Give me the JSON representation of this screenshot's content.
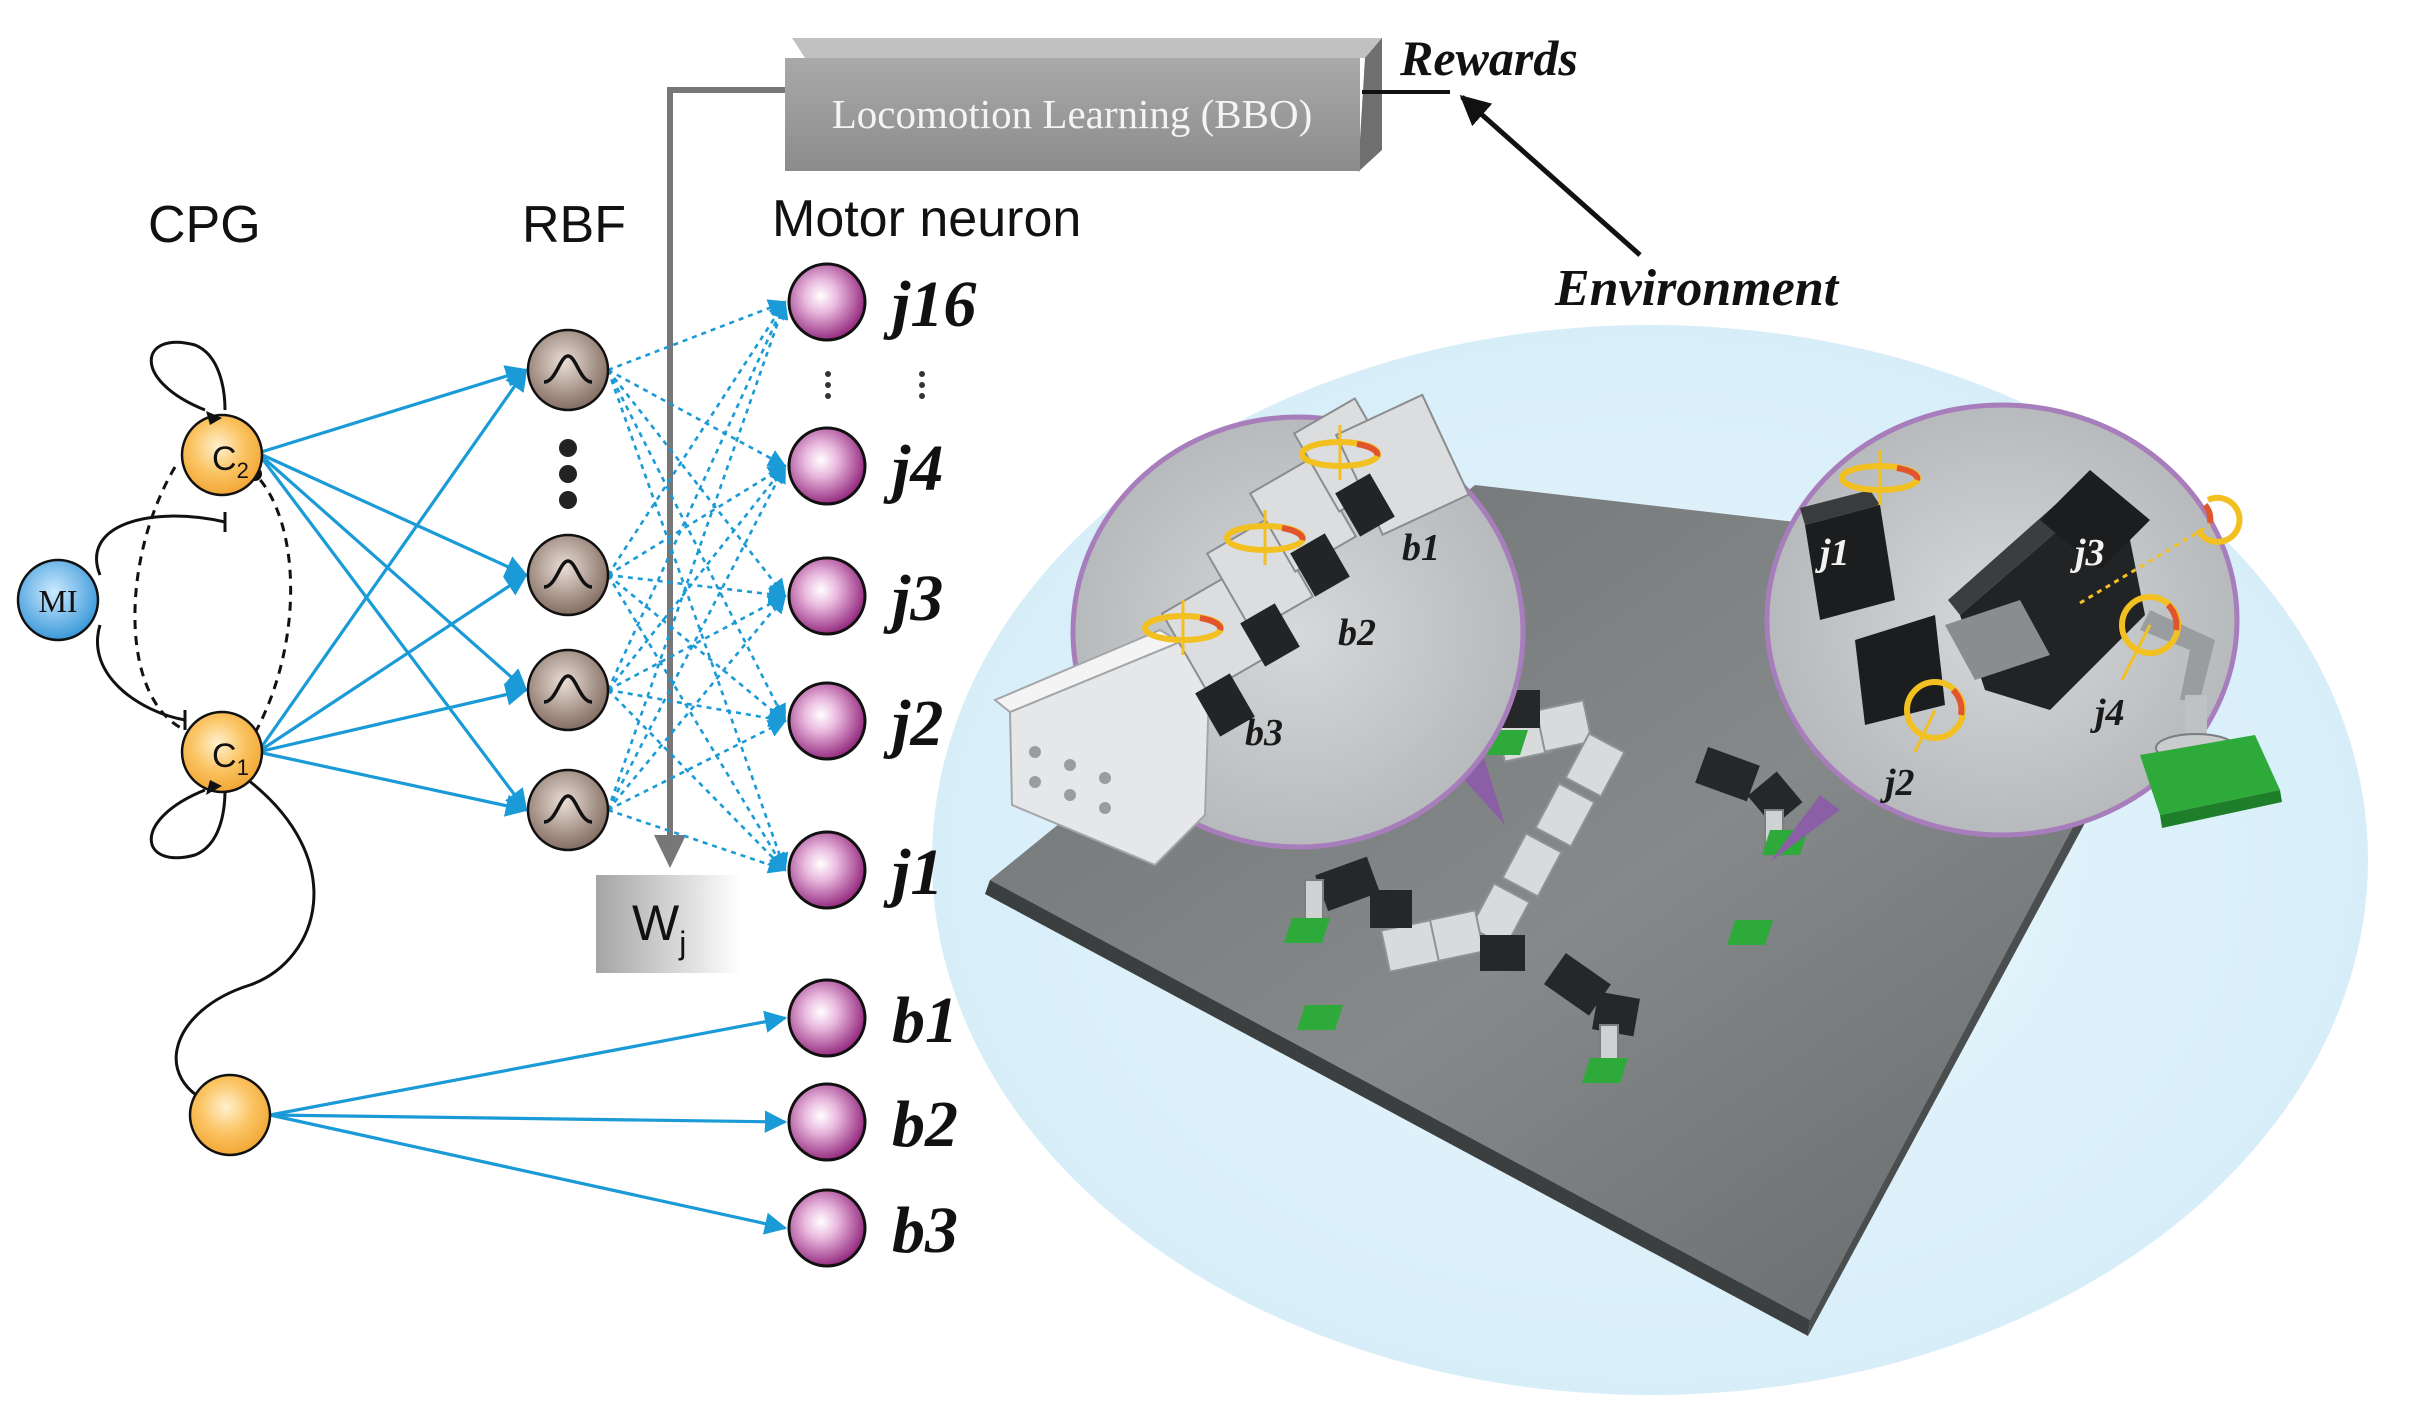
{
  "headers": {
    "cpg": "CPG",
    "rbf": "RBF",
    "motor": "Motor neuron"
  },
  "learning_box": "Locomotion Learning (BBO)",
  "rewards": "Rewards",
  "environment": "Environment",
  "weights_label": "W",
  "weights_sub": "j",
  "cpg_nodes": {
    "mi": "MI",
    "c2": "C",
    "c2_sub": "2",
    "c1": "C",
    "c1_sub": "1"
  },
  "motor_neurons": [
    "j16",
    "j4",
    "j3",
    "j2",
    "j1",
    "b1",
    "b2",
    "b3"
  ],
  "robot_labels": {
    "left_inset": [
      "b1",
      "b2",
      "b3"
    ],
    "right_inset": [
      "j1",
      "j3",
      "j2",
      "j4"
    ]
  },
  "colors": {
    "connection": "#1a9ad6",
    "cpg_node": "#f7b948",
    "mi_node": "#3d9fe0",
    "motor_node": "#9e2d86",
    "rbf_node": "#8a7468",
    "inset_ring": "#a77dbb"
  }
}
